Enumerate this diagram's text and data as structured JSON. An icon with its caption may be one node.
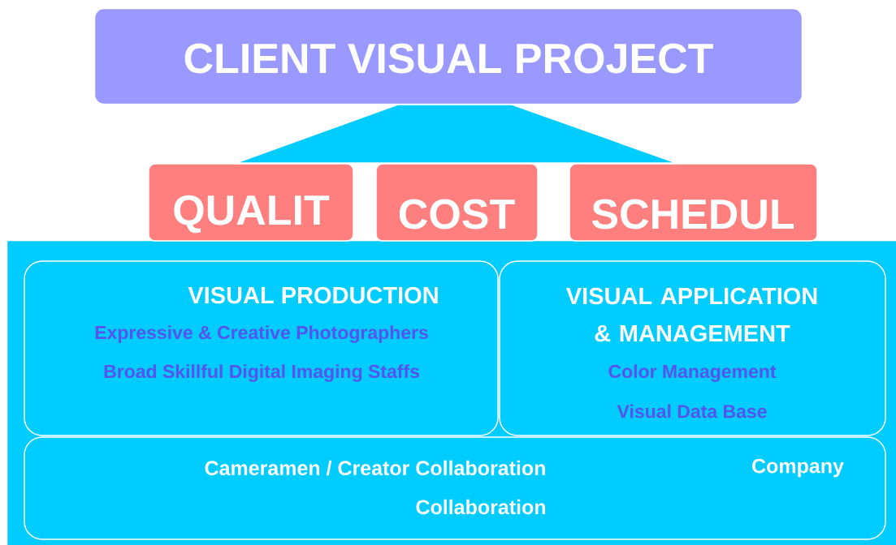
{
  "diagram": {
    "nodes": [
      {
        "text": [
          "CLIENT VISUAL PROJECT"
        ]
      },
      {
        "text": [],
        "shape": "trapezoid"
      },
      {
        "text": [
          "QUALIT"
        ]
      },
      {
        "text": [
          "COST"
        ]
      },
      {
        "text": [
          "SCHEDUL"
        ]
      },
      {
        "text": [],
        "shape": "box"
      },
      {
        "text": [
          "VISUAL PRODUCTION",
          "Expressive & Creative Photographers",
          "Broad Skillful Digital Imaging Staffs"
        ],
        "in": 5
      },
      {
        "text": [
          "VISUAL APPLICATION & MANAGEMENT",
          "Color Management",
          "Visual Data Base"
        ],
        "in": 5
      },
      {
        "text": [
          "Cameramen / Creator Collaboration",
          "Company",
          "Collaboration"
        ],
        "in": 5
      }
    ]
  }
}
